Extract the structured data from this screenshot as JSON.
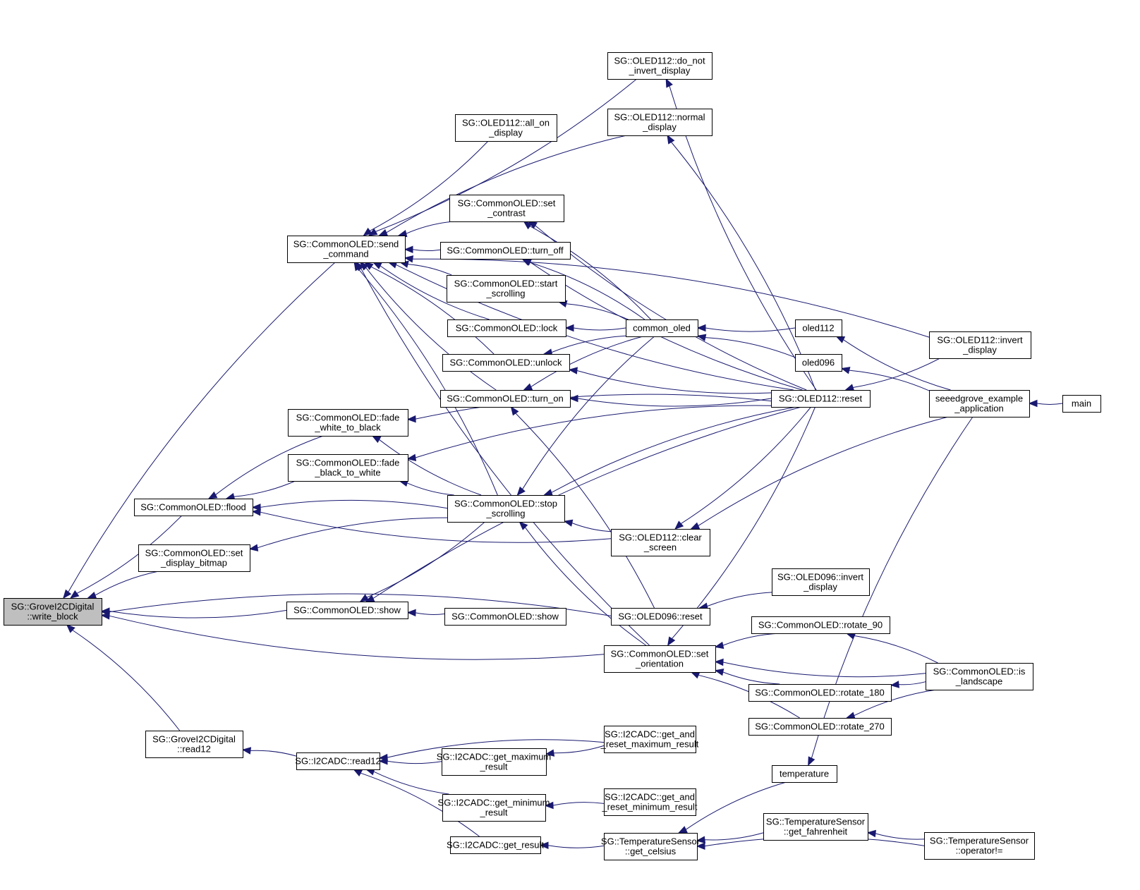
{
  "graph": {
    "title": "Caller graph for SG::GroveI2CDigital::write_block",
    "edge_color": "#191970",
    "root_fill": "#bfbfbf",
    "nodes": [
      {
        "id": "write_block",
        "lines": [
          "SG::GroveI2CDigital",
          "::write_block"
        ],
        "root": true
      },
      {
        "id": "send_command",
        "lines": [
          "SG::CommonOLED::send",
          "_command"
        ]
      },
      {
        "id": "flood",
        "lines": [
          "SG::CommonOLED::flood"
        ]
      },
      {
        "id": "set_display_bitmap",
        "lines": [
          "SG::CommonOLED::set",
          "_display_bitmap"
        ]
      },
      {
        "id": "show1",
        "lines": [
          "SG::CommonOLED::show"
        ]
      },
      {
        "id": "gi2c_read12",
        "lines": [
          "SG::GroveI2CDigital",
          "::read12"
        ]
      },
      {
        "id": "fade_w2b",
        "lines": [
          "SG::CommonOLED::fade",
          "_white_to_black"
        ]
      },
      {
        "id": "fade_b2w",
        "lines": [
          "SG::CommonOLED::fade",
          "_black_to_white"
        ]
      },
      {
        "id": "adc_read12",
        "lines": [
          "SG::I2CADC::read12"
        ]
      },
      {
        "id": "all_on_display",
        "lines": [
          "SG::OLED112::all_on",
          "_display"
        ]
      },
      {
        "id": "set_contrast",
        "lines": [
          "SG::CommonOLED::set",
          "_contrast"
        ]
      },
      {
        "id": "turn_off",
        "lines": [
          "SG::CommonOLED::turn_off"
        ]
      },
      {
        "id": "start_scrolling",
        "lines": [
          "SG::CommonOLED::start",
          "_scrolling"
        ]
      },
      {
        "id": "lock",
        "lines": [
          "SG::CommonOLED::lock"
        ]
      },
      {
        "id": "unlock",
        "lines": [
          "SG::CommonOLED::unlock"
        ]
      },
      {
        "id": "turn_on",
        "lines": [
          "SG::CommonOLED::turn_on"
        ]
      },
      {
        "id": "stop_scrolling",
        "lines": [
          "SG::CommonOLED::stop",
          "_scrolling"
        ]
      },
      {
        "id": "show2",
        "lines": [
          "SG::CommonOLED::show"
        ]
      },
      {
        "id": "get_max",
        "lines": [
          "SG::I2CADC::get_maximum",
          "_result"
        ]
      },
      {
        "id": "get_min",
        "lines": [
          "SG::I2CADC::get_minimum",
          "_result"
        ]
      },
      {
        "id": "get_result",
        "lines": [
          "SG::I2CADC::get_result"
        ]
      },
      {
        "id": "do_not_invert",
        "lines": [
          "SG::OLED112::do_not",
          "_invert_display"
        ]
      },
      {
        "id": "normal_display",
        "lines": [
          "SG::OLED112::normal",
          "_display"
        ]
      },
      {
        "id": "common_oled",
        "lines": [
          "common_oled"
        ]
      },
      {
        "id": "clear_screen",
        "lines": [
          "SG::OLED112::clear",
          "_screen"
        ]
      },
      {
        "id": "oled096_reset",
        "lines": [
          "SG::OLED096::reset"
        ]
      },
      {
        "id": "set_orientation",
        "lines": [
          "SG::CommonOLED::set",
          "_orientation"
        ]
      },
      {
        "id": "get_reset_max",
        "lines": [
          "SG::I2CADC::get_and",
          "_reset_maximum_result"
        ]
      },
      {
        "id": "get_reset_min",
        "lines": [
          "SG::I2CADC::get_and",
          "_reset_minimum_result"
        ]
      },
      {
        "id": "get_celsius",
        "lines": [
          "SG::TemperatureSensor",
          "::get_celsius"
        ]
      },
      {
        "id": "oled112_fn",
        "lines": [
          "oled112"
        ]
      },
      {
        "id": "oled096_fn",
        "lines": [
          "oled096"
        ]
      },
      {
        "id": "oled112_reset",
        "lines": [
          "SG::OLED112::reset"
        ]
      },
      {
        "id": "oled096_invert",
        "lines": [
          "SG::OLED096::invert",
          "_display"
        ]
      },
      {
        "id": "rotate_90",
        "lines": [
          "SG::CommonOLED::rotate_90"
        ]
      },
      {
        "id": "rotate_180",
        "lines": [
          "SG::CommonOLED::rotate_180"
        ]
      },
      {
        "id": "rotate_270",
        "lines": [
          "SG::CommonOLED::rotate_270"
        ]
      },
      {
        "id": "temperature",
        "lines": [
          "temperature"
        ]
      },
      {
        "id": "get_fahrenheit",
        "lines": [
          "SG::TemperatureSensor",
          "::get_fahrenheit"
        ]
      },
      {
        "id": "oled112_invert",
        "lines": [
          "SG::OLED112::invert",
          "_display"
        ]
      },
      {
        "id": "seeedgrove_app",
        "lines": [
          "seeedgrove_example",
          "_application"
        ]
      },
      {
        "id": "is_landscape",
        "lines": [
          "SG::CommonOLED::is",
          "_landscape"
        ]
      },
      {
        "id": "operator_ne",
        "lines": [
          "SG::TemperatureSensor",
          "::operator!="
        ]
      },
      {
        "id": "main",
        "lines": [
          "main"
        ]
      }
    ],
    "edges": [
      {
        "from": "send_command",
        "to": "write_block"
      },
      {
        "from": "flood",
        "to": "write_block"
      },
      {
        "from": "set_display_bitmap",
        "to": "write_block"
      },
      {
        "from": "show1",
        "to": "write_block"
      },
      {
        "from": "oled096_reset",
        "to": "write_block"
      },
      {
        "from": "set_orientation",
        "to": "write_block"
      },
      {
        "from": "gi2c_read12",
        "to": "write_block"
      },
      {
        "from": "do_not_invert",
        "to": "send_command"
      },
      {
        "from": "normal_display",
        "to": "send_command"
      },
      {
        "from": "all_on_display",
        "to": "send_command"
      },
      {
        "from": "oled112_invert",
        "to": "send_command"
      },
      {
        "from": "oled112_reset",
        "to": "send_command"
      },
      {
        "from": "set_contrast",
        "to": "send_command"
      },
      {
        "from": "turn_off",
        "to": "send_command"
      },
      {
        "from": "start_scrolling",
        "to": "send_command"
      },
      {
        "from": "lock",
        "to": "send_command"
      },
      {
        "from": "unlock",
        "to": "send_command"
      },
      {
        "from": "turn_on",
        "to": "send_command"
      },
      {
        "from": "stop_scrolling",
        "to": "send_command"
      },
      {
        "from": "set_orientation",
        "to": "send_command"
      },
      {
        "from": "fade_w2b",
        "to": "flood"
      },
      {
        "from": "fade_b2w",
        "to": "flood"
      },
      {
        "from": "stop_scrolling",
        "to": "flood"
      },
      {
        "from": "clear_screen",
        "to": "flood"
      },
      {
        "from": "stop_scrolling",
        "to": "set_display_bitmap"
      },
      {
        "from": "show2",
        "to": "show1"
      },
      {
        "from": "oled112_reset",
        "to": "show1"
      },
      {
        "from": "stop_scrolling",
        "to": "show1"
      },
      {
        "from": "oled112_reset",
        "to": "fade_w2b"
      },
      {
        "from": "stop_scrolling",
        "to": "fade_w2b"
      },
      {
        "from": "oled112_reset",
        "to": "fade_b2w"
      },
      {
        "from": "stop_scrolling",
        "to": "fade_b2w"
      },
      {
        "from": "oled112_reset",
        "to": "stop_scrolling"
      },
      {
        "from": "clear_screen",
        "to": "stop_scrolling"
      },
      {
        "from": "common_oled",
        "to": "stop_scrolling"
      },
      {
        "from": "set_orientation",
        "to": "stop_scrolling"
      },
      {
        "from": "common_oled",
        "to": "set_contrast"
      },
      {
        "from": "oled112_reset",
        "to": "set_contrast"
      },
      {
        "from": "common_oled",
        "to": "turn_off"
      },
      {
        "from": "oled112_reset",
        "to": "turn_off"
      },
      {
        "from": "common_oled",
        "to": "start_scrolling"
      },
      {
        "from": "common_oled",
        "to": "lock"
      },
      {
        "from": "common_oled",
        "to": "unlock"
      },
      {
        "from": "oled112_reset",
        "to": "unlock"
      },
      {
        "from": "common_oled",
        "to": "turn_on"
      },
      {
        "from": "oled112_reset",
        "to": "turn_on"
      },
      {
        "from": "oled096_reset",
        "to": "turn_on"
      },
      {
        "from": "oled112_reset",
        "to": "do_not_invert"
      },
      {
        "from": "oled112_reset",
        "to": "normal_display"
      },
      {
        "from": "oled112_fn",
        "to": "common_oled"
      },
      {
        "from": "oled096_fn",
        "to": "common_oled"
      },
      {
        "from": "seeedgrove_app",
        "to": "oled112_fn"
      },
      {
        "from": "seeedgrove_app",
        "to": "oled096_fn"
      },
      {
        "from": "oled112_invert",
        "to": "oled112_reset"
      },
      {
        "from": "seeedgrove_app",
        "to": "clear_screen"
      },
      {
        "from": "oled112_reset",
        "to": "clear_screen"
      },
      {
        "from": "oled096_invert",
        "to": "oled096_reset"
      },
      {
        "from": "oled112_reset",
        "to": "set_orientation"
      },
      {
        "from": "rotate_90",
        "to": "set_orientation"
      },
      {
        "from": "rotate_180",
        "to": "set_orientation"
      },
      {
        "from": "rotate_270",
        "to": "set_orientation"
      },
      {
        "from": "is_landscape",
        "to": "set_orientation"
      },
      {
        "from": "is_landscape",
        "to": "rotate_90"
      },
      {
        "from": "is_landscape",
        "to": "rotate_180"
      },
      {
        "from": "is_landscape",
        "to": "rotate_270"
      },
      {
        "from": "main",
        "to": "seeedgrove_app"
      },
      {
        "from": "adc_read12",
        "to": "gi2c_read12"
      },
      {
        "from": "get_max",
        "to": "adc_read12"
      },
      {
        "from": "get_reset_max",
        "to": "adc_read12"
      },
      {
        "from": "get_min",
        "to": "adc_read12"
      },
      {
        "from": "get_result",
        "to": "adc_read12"
      },
      {
        "from": "get_reset_max",
        "to": "get_max"
      },
      {
        "from": "get_reset_min",
        "to": "get_min"
      },
      {
        "from": "get_celsius",
        "to": "get_result"
      },
      {
        "from": "temperature",
        "to": "get_celsius"
      },
      {
        "from": "get_fahrenheit",
        "to": "get_celsius"
      },
      {
        "from": "operator_ne",
        "to": "get_celsius"
      },
      {
        "from": "operator_ne",
        "to": "get_fahrenheit"
      },
      {
        "from": "seeedgrove_app",
        "to": "temperature"
      }
    ]
  }
}
